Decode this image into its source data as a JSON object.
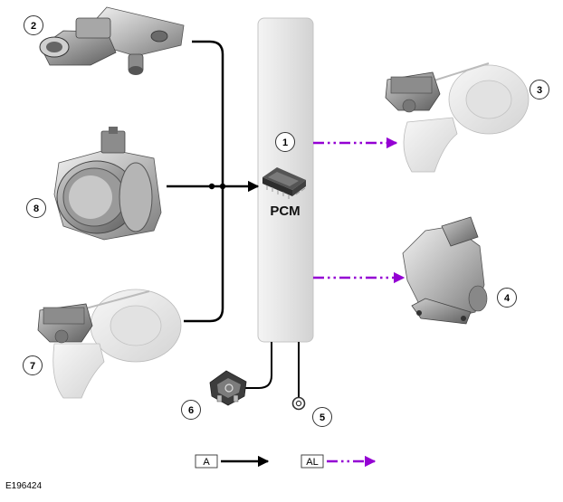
{
  "diagram": {
    "pcm": {
      "label": "PCM"
    },
    "callouts": [
      {
        "number": "1",
        "part": "pcm"
      },
      {
        "number": "2",
        "part": "sensor-top-left"
      },
      {
        "number": "3",
        "part": "turbocharger-actuator-top-right"
      },
      {
        "number": "4",
        "part": "actuator-right"
      },
      {
        "number": "5",
        "part": "ground-connection"
      },
      {
        "number": "6",
        "part": "fuse"
      },
      {
        "number": "7",
        "part": "turbocharger-bottom-left"
      },
      {
        "number": "8",
        "part": "mass-air-flow-sensor"
      }
    ],
    "legend": {
      "items": [
        {
          "code": "A",
          "style": "solid",
          "color": "#000000"
        },
        {
          "code": "AL",
          "style": "dash-dot-dot",
          "color": "#9400D3"
        }
      ]
    },
    "reference": "E196424",
    "colors": {
      "signal": "#000000",
      "output": "#9400D3",
      "module": "#e6e6e6"
    }
  }
}
